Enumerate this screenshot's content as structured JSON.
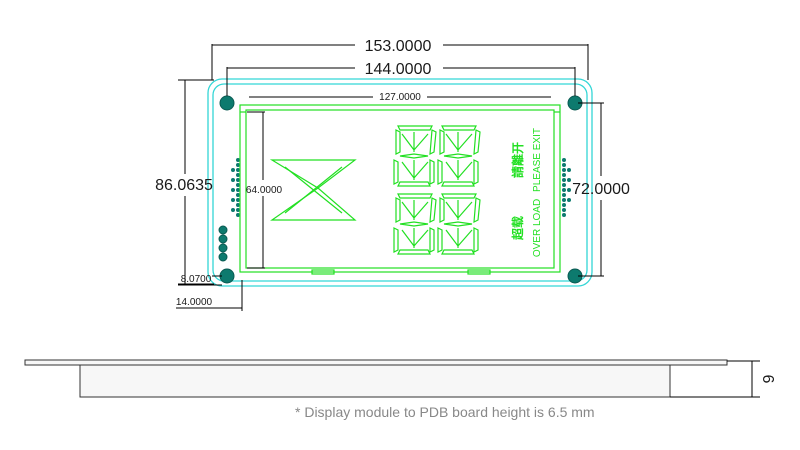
{
  "dimensions": {
    "overall_width": "153.0000",
    "hole_spacing_width": "144.0000",
    "display_width": "127.0000",
    "overall_height": "86.0635",
    "display_height": "64.0000",
    "hole_spacing_height": "72.0000",
    "hole_offset_y": "8.0700",
    "hole_offset_x": "14.0000",
    "side_thickness": "6"
  },
  "display_text": {
    "cn_exit": "請離开",
    "en_exit": "PLEASE EXIT",
    "cn_overload": "超载",
    "en_overload": "OVER LOAD"
  },
  "footnote": "* Display module to PDB board height is 6.5 mm",
  "colors": {
    "board_outline": "#33d6d6",
    "segments": "#22e022",
    "mounting_holes": "#0d7a6e"
  }
}
